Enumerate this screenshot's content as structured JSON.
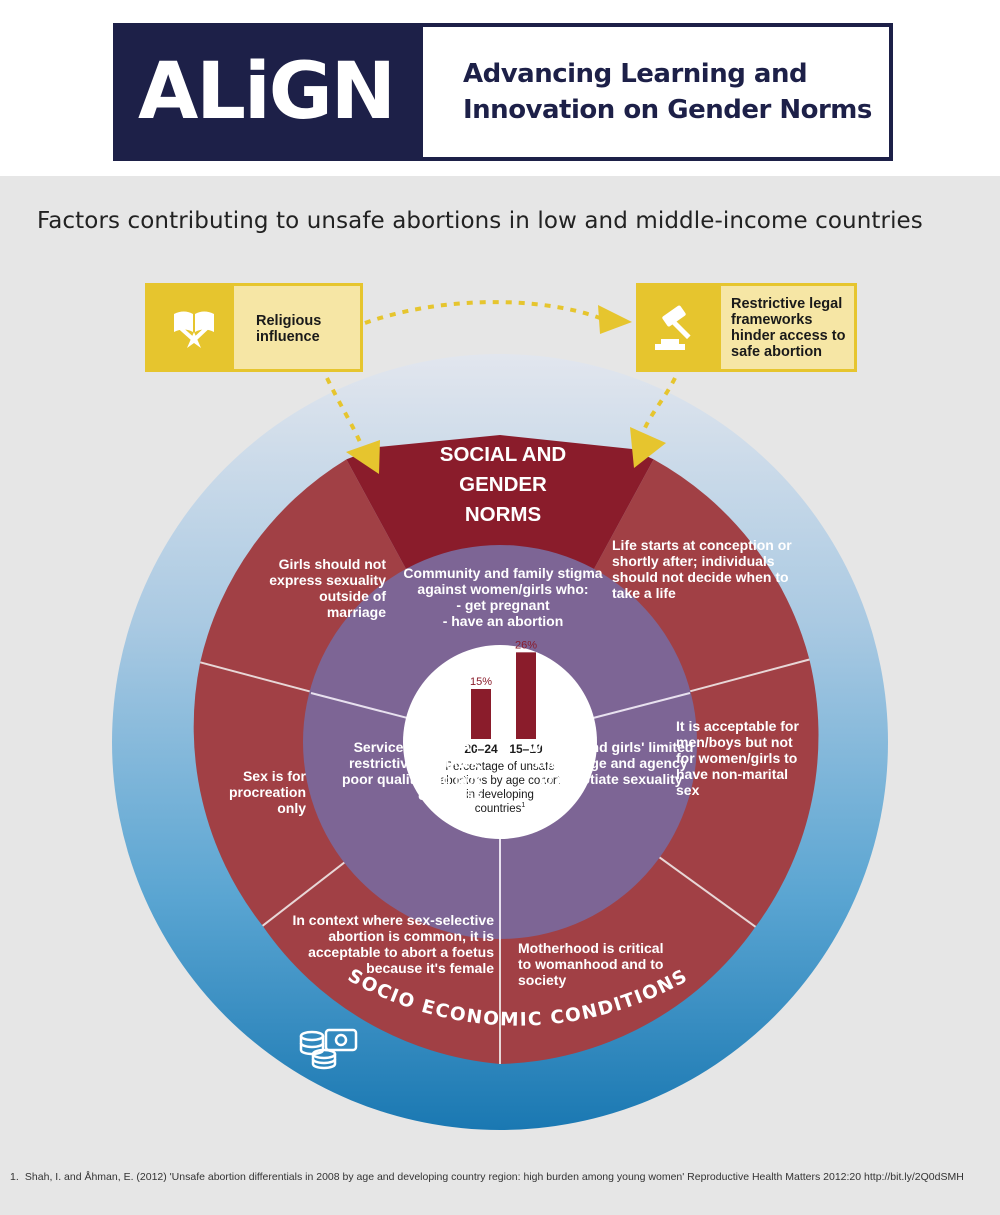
{
  "header": {
    "logo": "ALiGN",
    "title": "Advancing Learning and Innovation on Gender Norms"
  },
  "main_title": "Factors contributing to unsafe abortions in low and middle-income countries",
  "factors": {
    "religious": {
      "label": "Religious influence",
      "icon": "open-book-icon"
    },
    "legal": {
      "label": "Restrictive legal frameworks hinder access to safe abortion",
      "icon": "gavel-icon"
    }
  },
  "center_title": "SOCIAL AND GENDER NORMS",
  "outer_ring_label": "SOCIO ECONOMIC CONDITIONS",
  "outer_ring_icon": "coins-money-icon",
  "outer_segments": {
    "sexuality": "Girls should not express sexuality outside of marriage",
    "life": "Life starts at conception or shortly after; individuals should not decide when to take a life",
    "procreation": "Sex is for procreation only",
    "acceptable": "It is acceptable for men/boys but not for women/girls to have non-marital sex",
    "selective": "In context where sex-selective abortion is common, it is acceptable to abort a foetus because it's female",
    "motherhood": "Motherhood is critical to womanhood and to society"
  },
  "inner_segments": {
    "stigma_title": "Community and family stigma against women/girls who:",
    "stigma_item1": "- get pregnant",
    "stigma_item2": "- have an abortion",
    "service": "Service provision – restrictive attitudes, poor quality and lack of access",
    "knowledge": "Women and girls' limited knowledge and agency to negotiate sexuality"
  },
  "chart_data": {
    "type": "bar",
    "categories": [
      "20–24",
      "15–19"
    ],
    "values": [
      15,
      26
    ],
    "value_labels": [
      "15%",
      "26%"
    ],
    "caption": "Percentage of unsafe abortions by age cohort in developing countries",
    "footnote_marker": "1",
    "color": "#8a1c2b"
  },
  "footnote": {
    "number": "1.",
    "text": "Shah, I. and Åhman, E. (2012) 'Unsafe abortion differentials in 2008 by age and developing country region: high burden among young women' Reproductive Health Matters 2012:20 http://bit.ly/2Q0dSMH"
  },
  "colors": {
    "navy": "#1d2048",
    "maroon": "#8a1c2b",
    "outer_segment": "#a14045",
    "inner_purple": "#7d6595",
    "yellow": "#e6c52e",
    "ring_blue": "#2e8bc0"
  }
}
